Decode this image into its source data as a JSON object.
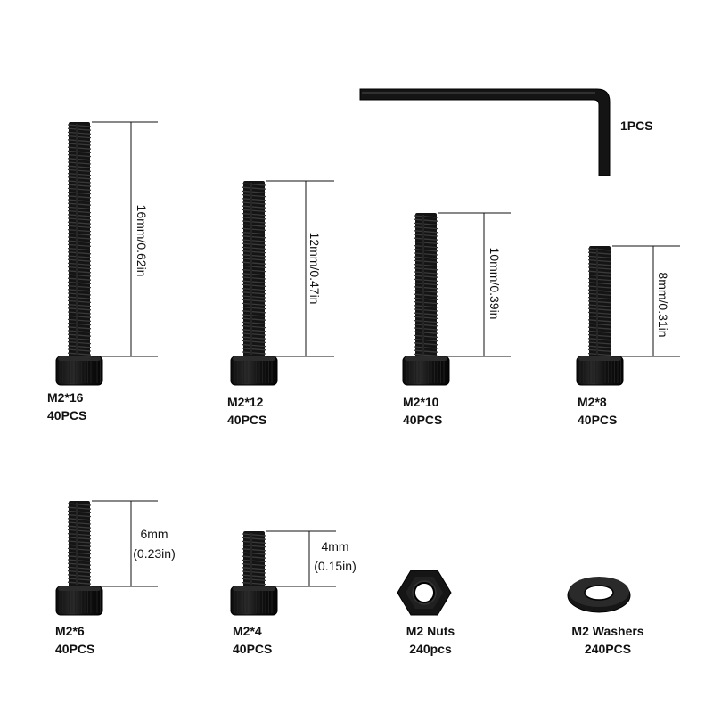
{
  "wrench": {
    "label": "1PCS"
  },
  "screws": [
    {
      "name": "M2*16",
      "qty": "40PCS",
      "dimension": "16mm/0.62in"
    },
    {
      "name": "M2*12",
      "qty": "40PCS",
      "dimension": "12mm/0.47in"
    },
    {
      "name": "M2*10",
      "qty": "40PCS",
      "dimension": "10mm/0.39in"
    },
    {
      "name": "M2*8",
      "qty": "40PCS",
      "dimension": "8mm/0.31in"
    },
    {
      "name": "M2*6",
      "qty": "40PCS",
      "dimension_line1": "6mm",
      "dimension_line2": "(0.23in)"
    },
    {
      "name": "M2*4",
      "qty": "40PCS",
      "dimension_line1": "4mm",
      "dimension_line2": "(0.15in)"
    }
  ],
  "nuts": {
    "name": "M2 Nuts",
    "qty": "240pcs"
  },
  "washers": {
    "name": "M2 Washers",
    "qty": "240PCS"
  },
  "colors": {
    "metal": "#141414",
    "highlight": "#3a3a3a",
    "line": "#111111"
  }
}
